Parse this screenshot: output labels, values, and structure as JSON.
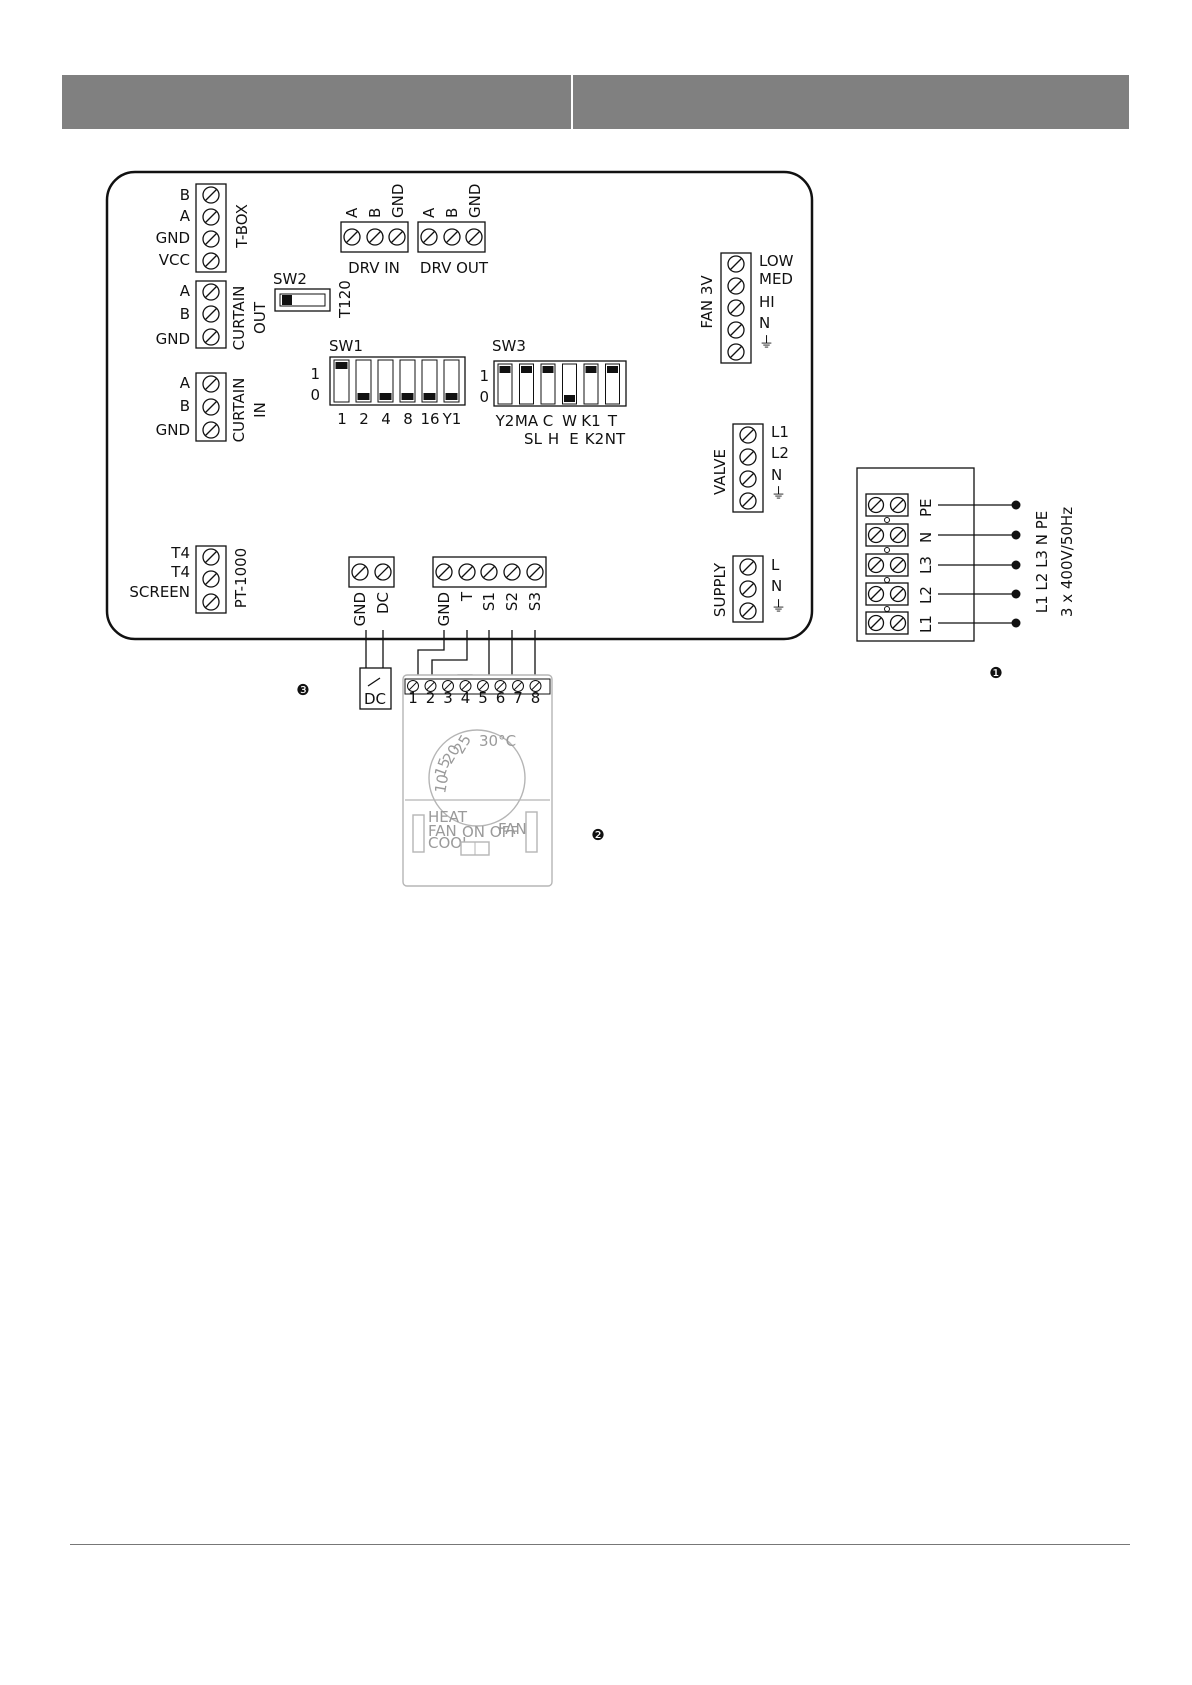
{
  "board": {
    "tbox": {
      "title": "T-BOX",
      "labels": [
        "B",
        "A",
        "GND",
        "VCC"
      ]
    },
    "curtain_out": {
      "title_line1": "CURTAIN",
      "title_line2": "OUT",
      "labels": [
        "A",
        "B",
        "GND"
      ]
    },
    "curtain_in": {
      "title_line1": "CURTAIN",
      "title_line2": "IN",
      "labels": [
        "A",
        "B",
        "GND"
      ]
    },
    "pt1000": {
      "title": "PT-1000",
      "labels": [
        "T4",
        "T4",
        "SCREEN"
      ]
    },
    "drv_in": {
      "title": "DRV IN",
      "labels": [
        "A",
        "B",
        "GND"
      ]
    },
    "drv_out": {
      "title": "DRV OUT",
      "labels": [
        "A",
        "B",
        "GND"
      ]
    },
    "sw2": {
      "name": "SW2",
      "label": "T120"
    },
    "sw1": {
      "name": "SW1",
      "on_label": "1",
      "off_label": "0",
      "labels": [
        "1",
        "2",
        "4",
        "8",
        "16",
        "Y1"
      ],
      "states": [
        1,
        0,
        0,
        0,
        0,
        0
      ]
    },
    "sw3": {
      "name": "SW3",
      "on_label": "1",
      "off_label": "0",
      "labels_top": [
        "Y2",
        "MA",
        "C",
        "W",
        "K1",
        "T"
      ],
      "labels_bottom": [
        "SL",
        "H",
        "E",
        "K2",
        "NT"
      ],
      "states": [
        1,
        1,
        1,
        0,
        1,
        1
      ]
    },
    "fan": {
      "title": "FAN 3V",
      "labels": [
        "LOW",
        "MED",
        "HI",
        "N",
        "⏚"
      ]
    },
    "valve": {
      "title": "VALVE",
      "labels": [
        "L1",
        "L2",
        "N",
        "⏚"
      ]
    },
    "supply": {
      "title": "SUPPLY",
      "labels": [
        "L",
        "N",
        "⏚"
      ]
    },
    "dc_terminal": {
      "labels": [
        "GND",
        "DC"
      ]
    },
    "thermostat_terminal": {
      "labels": [
        "GND",
        "T",
        "S1",
        "S2",
        "S3"
      ]
    }
  },
  "power_block": {
    "terminal_labels": [
      "PE",
      "N",
      "L3",
      "L2",
      "L1"
    ],
    "lines_label": "L1 L2 L3 N PE",
    "spec": "3 x 400V/50Hz",
    "marker": "❶"
  },
  "dc_switch": {
    "label": "DC",
    "marker": "❸"
  },
  "thermostat": {
    "terminal_numbers": [
      "1",
      "2",
      "3",
      "4",
      "5",
      "6",
      "7",
      "8"
    ],
    "dial_labels": [
      "10",
      "15",
      "20",
      "25",
      "30°C"
    ],
    "mode_labels": [
      "HEAT",
      "FAN",
      "COOL"
    ],
    "onoff_label": "ON OFF",
    "fan_label": "FAN",
    "marker": "❷"
  }
}
